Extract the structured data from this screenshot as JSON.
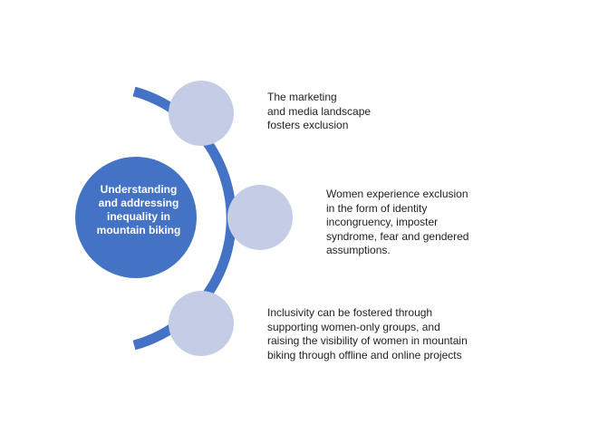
{
  "center": {
    "label": "Understanding\nand addressing\ninequality in\nmountain biking"
  },
  "items": [
    {
      "text": "The marketing\nand media landscape\nfosters exclusion"
    },
    {
      "text": "Women experience exclusion\nin the form of identity\nincongruency, imposter\nsyndrome, fear and gendered\nassumptions."
    },
    {
      "text": "Inclusivity can be fostered through\nsupporting women-only groups, and\nraising the visibility of women in mountain\nbiking through offline and online projects"
    }
  ],
  "colors": {
    "accent": "#4472C4",
    "node_fill": "#C5CCE6",
    "text": "#1f1f1f",
    "background": "#ffffff"
  }
}
